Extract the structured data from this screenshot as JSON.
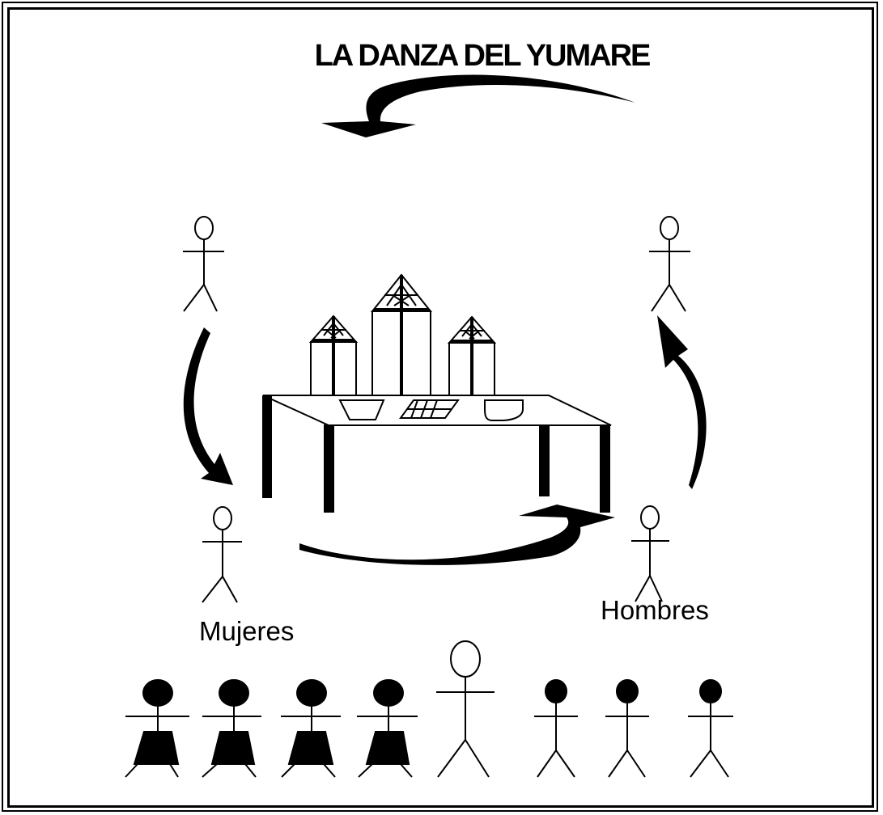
{
  "diagram": {
    "title": "LA DANZA DEL YUMARE",
    "labels": {
      "women": "Mujeres",
      "men": "Hombres"
    },
    "legend_figures": {
      "women_count": 4,
      "leader_count": 1,
      "men_count": 3
    },
    "colors": {
      "ink": "#000000",
      "background": "#ffffff"
    }
  }
}
